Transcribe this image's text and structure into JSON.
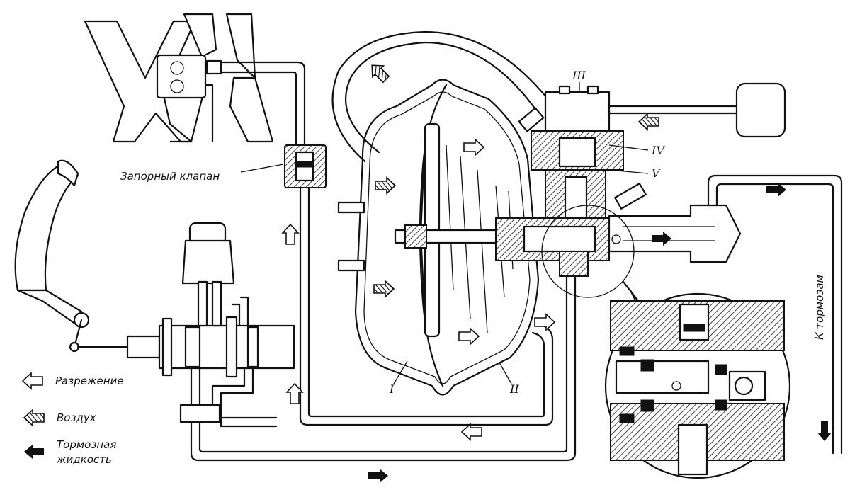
{
  "labels": {
    "check_valve": "Запорный клапан",
    "to_brakes": "К тормозам",
    "chamber_1": "I",
    "chamber_2": "II",
    "part_3": "III",
    "part_4": "IV",
    "part_5": "V"
  },
  "legend": [
    {
      "label": "Разрежение",
      "arrow": "hollow-arrow-icon"
    },
    {
      "label": "Воздух",
      "arrow": "hatched-arrow-icon"
    },
    {
      "label": "Тормозная жидкость",
      "line1": "Тормозная",
      "line2": "жидкость",
      "arrow": "solid-arrow-icon"
    }
  ]
}
